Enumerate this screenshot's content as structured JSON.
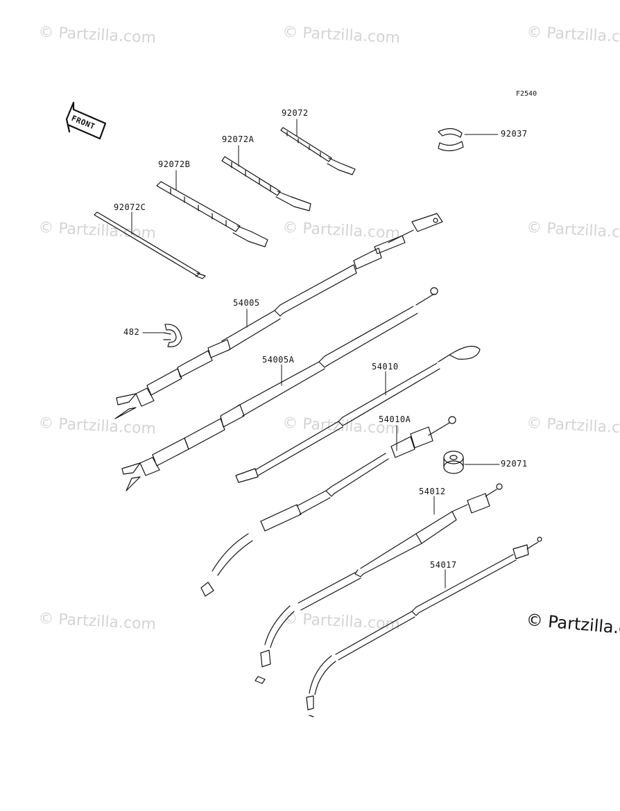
{
  "figure_ref": "F2540",
  "front_label": "FRONT",
  "watermarks": {
    "text": "© Partzilla.com",
    "corner_text": "© Partzilla.c"
  },
  "parts": [
    {
      "id": "p92072",
      "number": "92072"
    },
    {
      "id": "p92072A",
      "number": "92072A"
    },
    {
      "id": "p92072B",
      "number": "92072B"
    },
    {
      "id": "p92072C",
      "number": "92072C"
    },
    {
      "id": "p92037",
      "number": "92037"
    },
    {
      "id": "p54005",
      "number": "54005"
    },
    {
      "id": "p482",
      "number": "482"
    },
    {
      "id": "p54005A",
      "number": "54005A"
    },
    {
      "id": "p54010",
      "number": "54010"
    },
    {
      "id": "p54010A",
      "number": "54010A"
    },
    {
      "id": "p92071",
      "number": "92071"
    },
    {
      "id": "p54012",
      "number": "54012"
    },
    {
      "id": "p54017",
      "number": "54017"
    }
  ]
}
